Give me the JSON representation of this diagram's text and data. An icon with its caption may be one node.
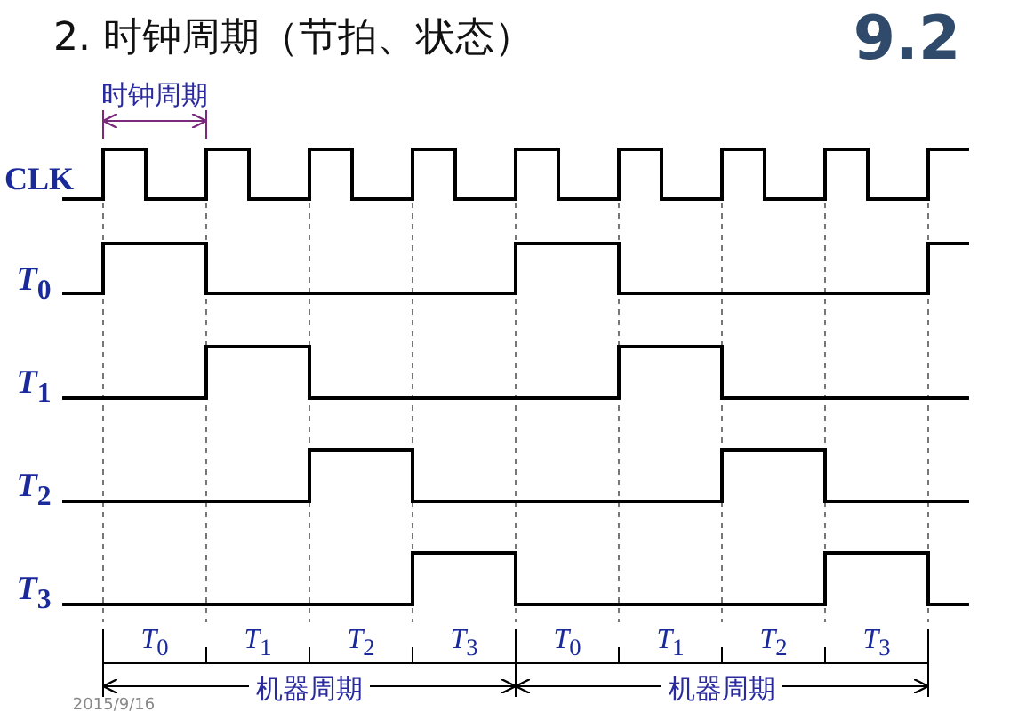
{
  "diagram": {
    "title": "2. 时钟周期（节拍、状态）",
    "labels": [
      "9.2",
      "时钟周期",
      "CLK",
      "*T*$_{0}$",
      "*T*$_{1}$",
      "*T*$_{2}$",
      "*T*$_{3}$",
      "*T*$_{0}$",
      "*T*$_{1}$",
      "*T*$_{2}$",
      "*T*$_{3}$",
      "*T*$_{0}$",
      "*T*$_{1}$",
      "*T*$_{2}$",
      "*T*$_{3}$",
      "机器周期",
      "机器周期",
      "2015/9/16"
    ]
  }
}
